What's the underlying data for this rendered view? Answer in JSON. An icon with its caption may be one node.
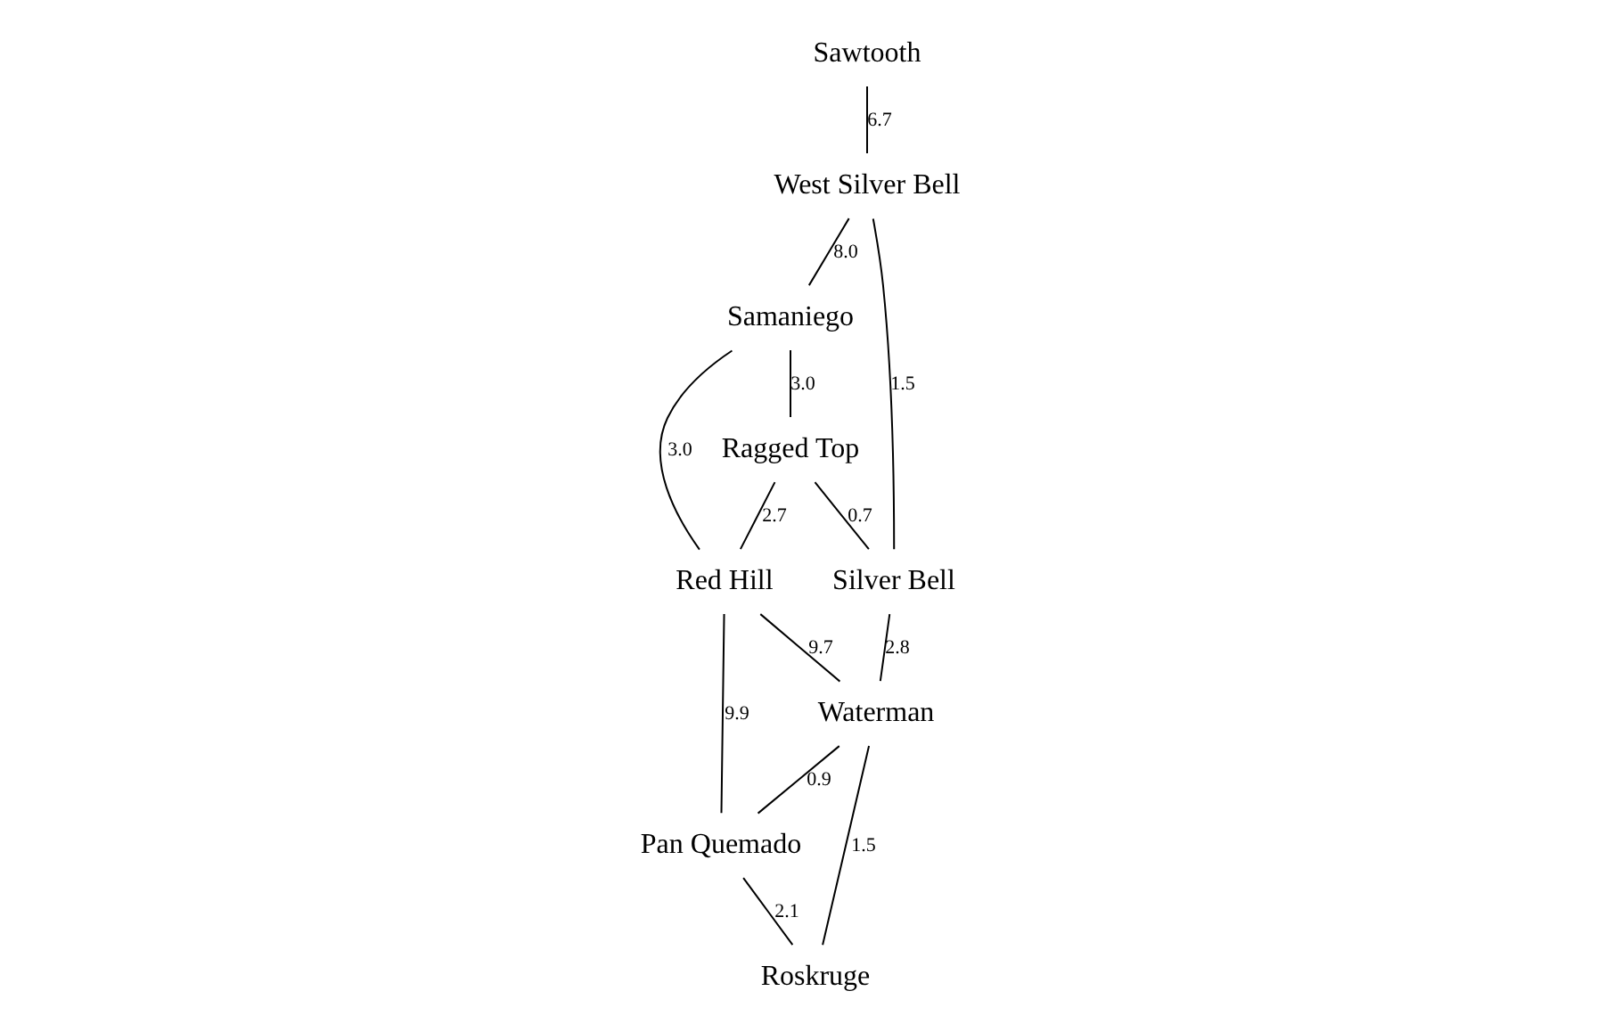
{
  "diagram": {
    "nodes": [
      {
        "text": [
          "Sawtooth"
        ]
      },
      {
        "text": [
          "Samaniego"
        ]
      },
      {
        "text": [
          "West Silver Bell"
        ]
      },
      {
        "text": [
          "Ragged Top"
        ]
      },
      {
        "text": [
          "Red Hill"
        ]
      },
      {
        "text": [
          "Silver Bell"
        ]
      },
      {
        "text": [
          "Waterman"
        ]
      },
      {
        "text": [
          "Pan Quemado"
        ]
      },
      {
        "text": [
          "Roskruge"
        ]
      }
    ],
    "edges": [
      {
        "from": 0,
        "to": 2,
        "arrow": "none",
        "label": "6.7"
      },
      {
        "from": 2,
        "to": 1,
        "arrow": "none",
        "label": "8.0"
      },
      {
        "from": 1,
        "to": 3,
        "arrow": "none",
        "label": "3.0"
      },
      {
        "from": 1,
        "to": 4,
        "arrow": "none",
        "label": "3.0"
      },
      {
        "from": 3,
        "to": 4,
        "arrow": "none",
        "label": "2.7"
      },
      {
        "from": 2,
        "to": 5,
        "arrow": "none",
        "label": "1.5"
      },
      {
        "from": 3,
        "to": 5,
        "arrow": "none",
        "label": "0.7"
      },
      {
        "from": 5,
        "to": 6,
        "arrow": "none",
        "label": "2.8"
      },
      {
        "from": 4,
        "to": 6,
        "arrow": "none",
        "label": "9.7"
      },
      {
        "from": 4,
        "to": 7,
        "arrow": "none",
        "label": "9.9"
      },
      {
        "from": 6,
        "to": 7,
        "arrow": "none",
        "label": "0.9"
      },
      {
        "from": 6,
        "to": 8,
        "arrow": "none",
        "label": "1.5"
      },
      {
        "from": 7,
        "to": 8,
        "arrow": "none",
        "label": "2.1"
      }
    ]
  }
}
